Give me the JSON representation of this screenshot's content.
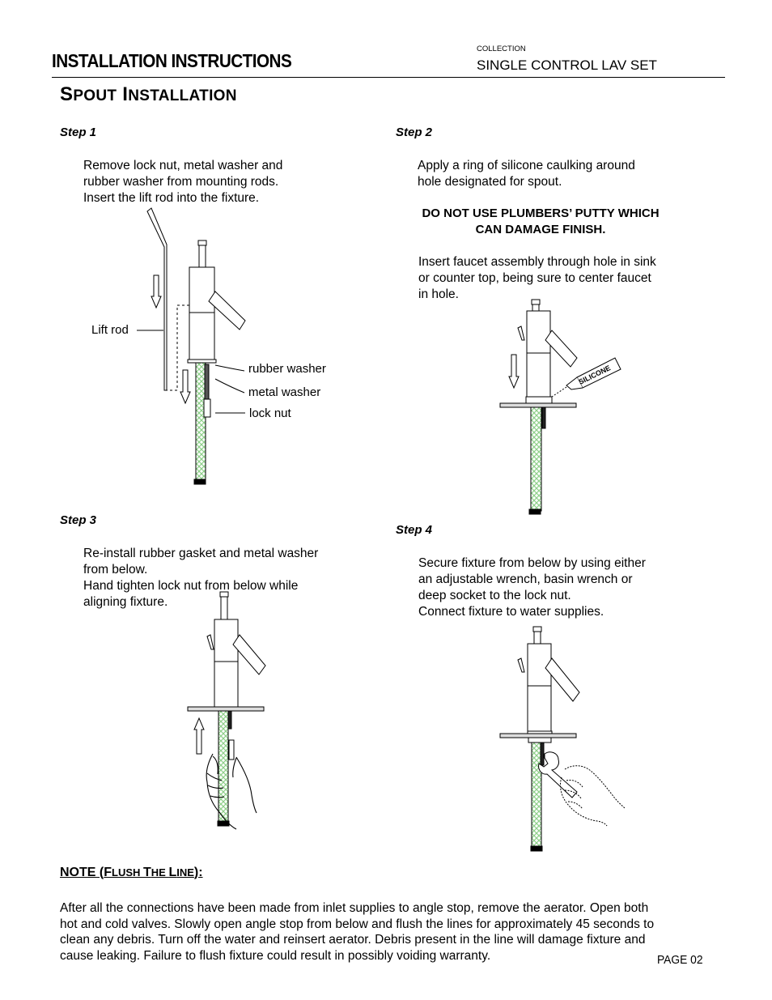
{
  "header": {
    "title": "INSTALLATION INSTRUCTIONS",
    "collection_label": "COLLECTION",
    "product": "SINGLE CONTROL LAV SET"
  },
  "section": {
    "title_cap1": "S",
    "title_rest1": "POUT",
    "title_cap2": "I",
    "title_rest2": "NSTALLATION"
  },
  "steps": {
    "step1": {
      "label": "Step 1",
      "lines": [
        "Remove lock nut, metal washer and",
        "rubber washer from mounting rods.",
        "Insert the lift rod into the fixture."
      ],
      "callouts": {
        "lift_rod": "Lift rod",
        "rubber_washer": "rubber washer",
        "metal_washer": "metal washer",
        "lock_nut": "lock nut"
      }
    },
    "step2": {
      "label": "Step 2",
      "lines": [
        "Apply a ring of silicone caulking around",
        "hole designated for spout."
      ],
      "warning": [
        "DO NOT USE PLUMBERS’ PUTTY WHICH",
        "CAN DAMAGE FINISH."
      ],
      "lines2": [
        "Insert faucet assembly through hole in sink",
        "or counter top, being sure to center faucet",
        "in hole."
      ],
      "tube_label": "SILICONE"
    },
    "step3": {
      "label": "Step 3",
      "lines": [
        "Re-install rubber gasket and metal washer",
        "from below.",
        "Hand tighten lock nut from below while",
        "aligning fixture."
      ]
    },
    "step4": {
      "label": "Step 4",
      "lines": [
        "Secure fixture from below by using either",
        "an adjustable wrench, basin wrench or",
        "deep socket to the lock nut.",
        "Connect fixture to water supplies."
      ]
    }
  },
  "note": {
    "title_pre": "NOTE (",
    "title_cap1": "F",
    "title_rest1": "LUSH ",
    "title_cap2": "T",
    "title_rest2": "HE ",
    "title_cap3": "L",
    "title_rest3": "INE",
    "title_post": "):",
    "body": "After all the connections have been made from inlet supplies to angle stop, remove the aerator. Open both hot and cold valves. Slowly open angle stop from below and flush the lines for approximately 45 seconds to clean any debris. Turn off the water and reinsert aerator. Debris present in the line will damage fixture and cause leaking. Failure to flush fixture could result in possibly voiding warranty."
  },
  "footer": {
    "page": "PAGE  02"
  },
  "colors": {
    "hose_green": "#8fcf8a",
    "line": "#000000"
  }
}
